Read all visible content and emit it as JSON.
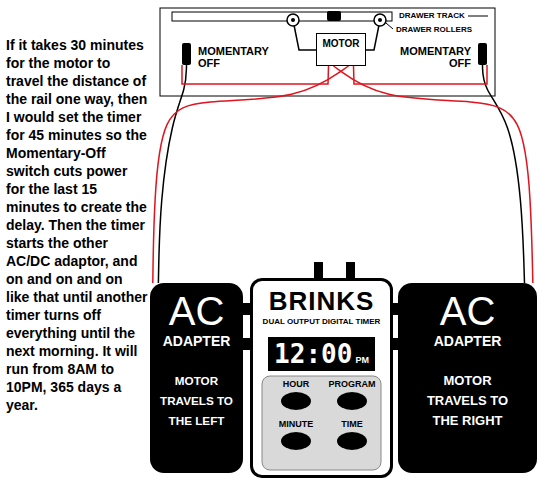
{
  "diagram": {
    "nodes": [
      {
        "text": [
          "MOMENTARY OFF"
        ]
      },
      {
        "text": [
          "MOTOR"
        ]
      },
      {
        "text": [
          "MOMENTARY OFF"
        ]
      },
      {
        "text": [
          "AC",
          "ADAPTER",
          "MOTOR TRAVELS TO THE LEFT"
        ]
      },
      {
        "text": [
          "BRINKS",
          "DUAL OUTPUT DIGITAL TIMER"
        ]
      },
      {
        "text": [
          "12:00",
          "PM"
        ],
        "in": 4
      },
      {
        "text": [
          "HOUR"
        ],
        "in": 4
      },
      {
        "text": [
          "PROGRAM"
        ],
        "in": 4
      },
      {
        "text": [
          "MINUTE"
        ],
        "in": 4
      },
      {
        "text": [
          "TIME"
        ],
        "in": 4
      },
      {
        "text": [
          "AC",
          "ADAPTER",
          "MOTOR TRAVELS TO THE RIGHT"
        ]
      }
    ],
    "edges": [
      {
        "from": 3,
        "to": 0,
        "arrow": "none"
      },
      {
        "from": 0,
        "to": 1,
        "arrow": "none"
      },
      {
        "from": 3,
        "to": 1,
        "arrow": "none"
      },
      {
        "from": 10,
        "to": 2,
        "arrow": "none"
      },
      {
        "from": 2,
        "to": 1,
        "arrow": "none"
      },
      {
        "from": 10,
        "to": 1,
        "arrow": "none"
      }
    ],
    "labels": [
      "DRAWER TRACK",
      "DRAWER ROLLERS",
      "If it takes 30 minutes for the motor to travel the distance of the rail one way, then I would set the timer for 45 minutes so the Momentary-Off switch cuts power for the last 15 minutes to create the delay. Then the timer starts the other AC/DC adaptor, and on and on and on like that until another timer turns off everything until the next morning. It will run from 8AM to 10PM, 365 days a year."
    ]
  }
}
